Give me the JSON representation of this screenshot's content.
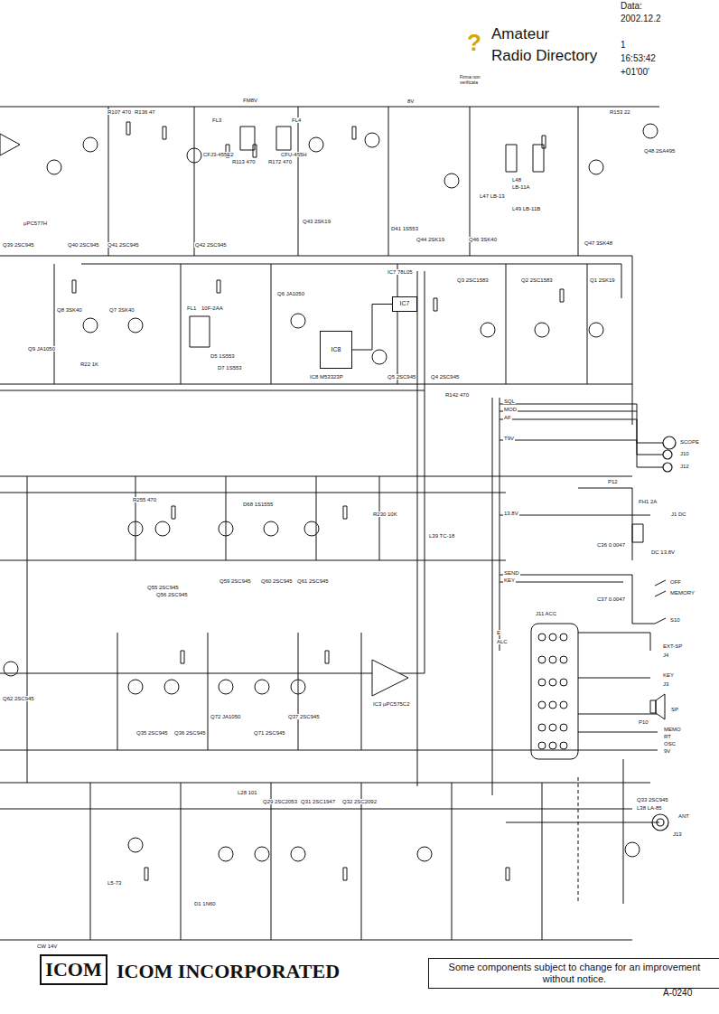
{
  "diagram": {
    "nodes": [
      {
        "text": [
          "IC8"
        ]
      },
      {
        "text": [
          "IC7"
        ]
      },
      {
        "text": [
          "ICOM"
        ]
      },
      {
        "text": [
          "Some components subject to change for an improvement without notice."
        ]
      }
    ],
    "edges": [
      {
        "from": 0,
        "to": 1,
        "arrow": "none"
      }
    ],
    "labels": [
      "Amateur",
      "Radio Directory",
      "Data:",
      "2002.12.2",
      "1",
      "16:53:42",
      "+01'00'",
      "Firma non",
      "verificata",
      "ICOM INCORPORATED",
      "A-0240",
      "R107 470",
      "R136 47",
      "FL3",
      "CFJ3-455E2",
      "FL4",
      "CFU-455H",
      "R113 470",
      "R172 470",
      "FM8V",
      "8V",
      "R153 22",
      "Q48 2SA495",
      "L48",
      "LB-11A",
      "L49 LB-11B",
      "L47 LB-13",
      "µPC577H",
      "Q39 2SC945",
      "Q40 2SC945",
      "Q41 2SC945",
      "Q42 2SC945",
      "Q43 2SK19",
      "D41 1S553",
      "Q44 2SK19",
      "Q46 3SK40",
      "Q47 3SK48",
      "IC7 78L05",
      "Q3 2SC1583",
      "Q2 2SC1583",
      "Q1 2SK19",
      "Q8 3SK40",
      "Q7 3SK40",
      "FL1",
      "10F-2AA",
      "Q6 JA1050",
      "D5 1S553",
      "D7 1S553",
      "Q9 JA1050",
      "R22 1K",
      "IC8 M53323P",
      "Q5 2SC945",
      "Q4 2SC945",
      "SQL",
      "MOD",
      "AF",
      "T9V",
      "R142 470",
      "SCOPE",
      "J10",
      "J12",
      "P12",
      "FH1 2A",
      "J1 DC",
      "DC 13.8V",
      "13.8V",
      "L39 TC-18",
      "D68 1S1555",
      "R255 470",
      "R230 10K",
      "Q55 2SC945",
      "Q56 2SC945",
      "Q59 2SC945",
      "Q60 2SC945",
      "Q61 2SC945",
      "SEND",
      "KEY",
      "OFF",
      "MEMORY",
      "S10",
      "E",
      "ALC",
      "EXT-SP",
      "J4",
      "KEY",
      "J3",
      "SP",
      "J11 ACC",
      "P10",
      "MEMO",
      "RT",
      "OSC",
      "9V",
      "IC3 µPC575C2",
      "Q35 2SC945",
      "Q36 2SC945",
      "Q72 JA1050",
      "Q71 2SC945",
      "Q37 2SC945",
      "Q62 2SC945",
      "L28 101",
      "Q29 2SC2053",
      "Q31 2SC1947",
      "Q32 2SC2092",
      "Q33 2SC945",
      "L38 LA-85",
      "ANT",
      "J13",
      "L5-73",
      "D1 1N60",
      "CW 14V",
      "C36 0.0047",
      "C37 0.0047",
      "?"
    ]
  }
}
